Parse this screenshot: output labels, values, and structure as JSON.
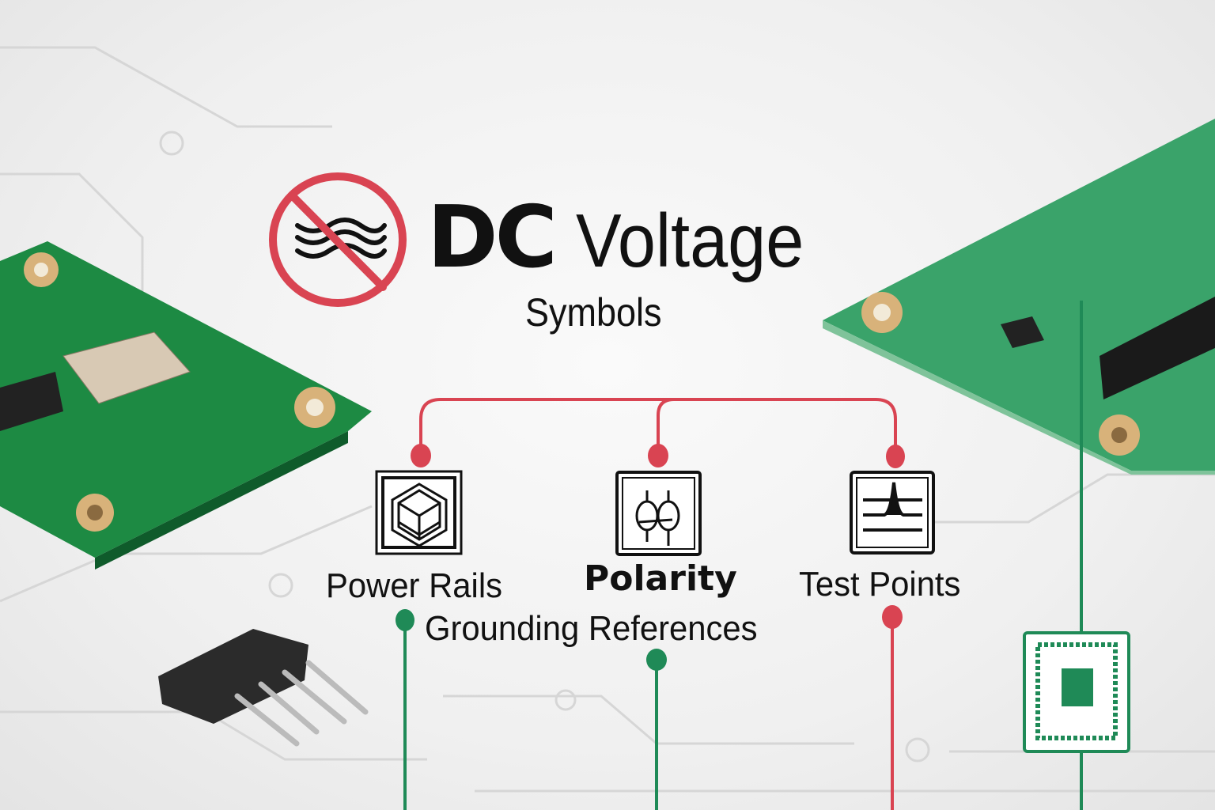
{
  "title": {
    "bold": "DC",
    "rest": "Voltage",
    "subtitle": "Symbols"
  },
  "icon": "no-ac-wave-icon",
  "categories": [
    {
      "label": "Power Rails",
      "icon": "cube-icon"
    },
    {
      "label": "Polarity",
      "icon": "polarity-icon"
    },
    {
      "label": "Test Points",
      "icon": "peak-signal-icon"
    },
    {
      "label": "Grounding References"
    }
  ],
  "colors": {
    "red": "#d94452",
    "green": "#1f8a57",
    "pcb": "#1e8a45",
    "text": "#111111"
  }
}
